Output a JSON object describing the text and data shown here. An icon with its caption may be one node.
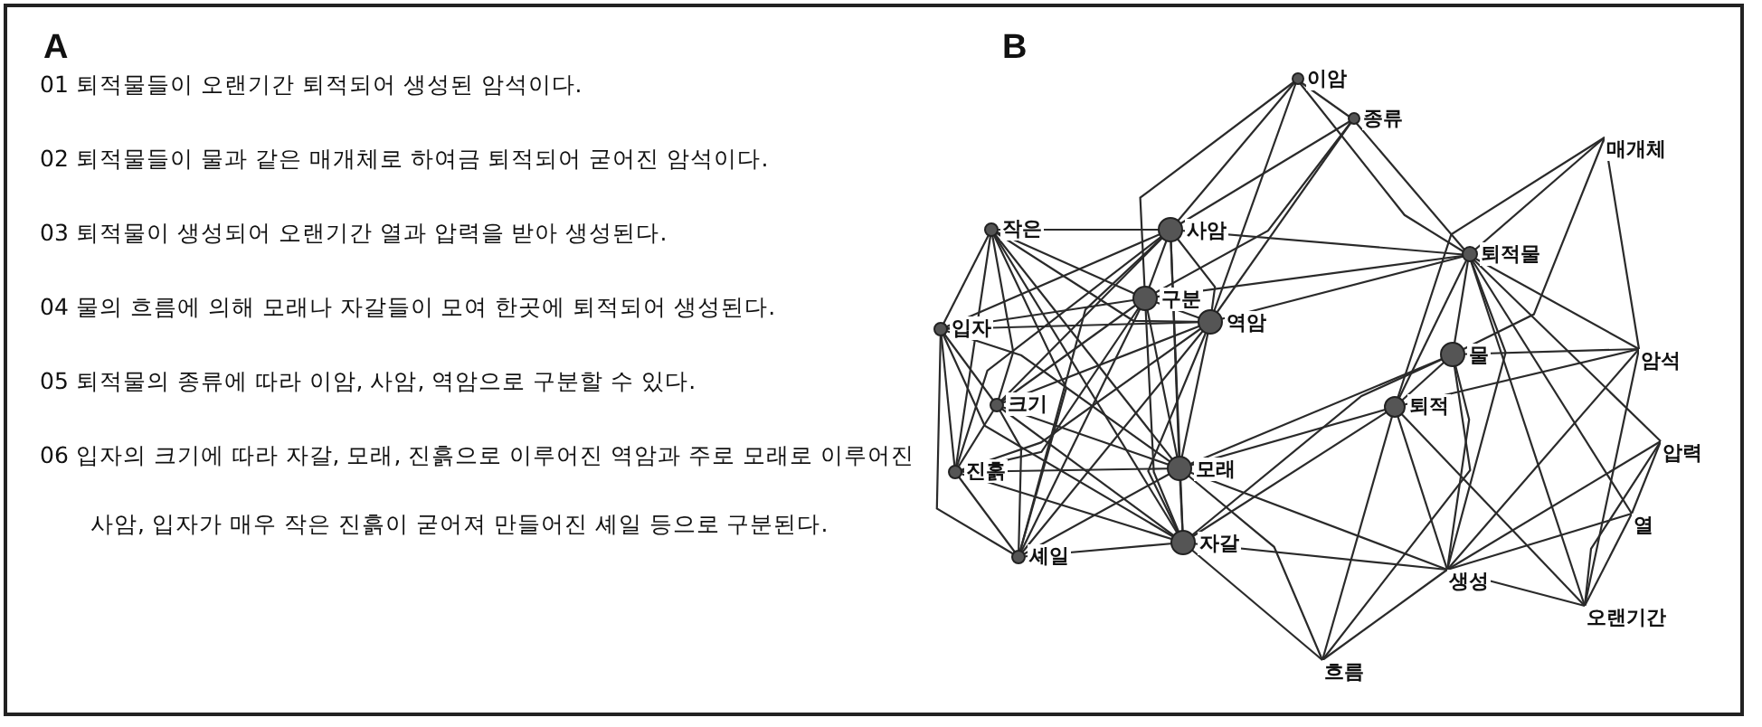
{
  "diagram": {
    "nodes": [
      {
        "text": [
          "이암"
        ]
      },
      {
        "text": [
          "종류"
        ]
      },
      {
        "text": [
          "매개체"
        ]
      },
      {
        "text": [
          "작은"
        ]
      },
      {
        "text": [
          "사암"
        ]
      },
      {
        "text": [
          "퇴적물"
        ]
      },
      {
        "text": [
          "구분"
        ]
      },
      {
        "text": [
          "역암"
        ]
      },
      {
        "text": [
          "입자"
        ]
      },
      {
        "text": [
          "물"
        ]
      },
      {
        "text": [
          "암석"
        ]
      },
      {
        "text": [
          "크기"
        ]
      },
      {
        "text": [
          "퇴적"
        ]
      },
      {
        "text": [
          "압력"
        ]
      },
      {
        "text": [
          "진흙"
        ]
      },
      {
        "text": [
          "모래"
        ]
      },
      {
        "text": [
          "열"
        ]
      },
      {
        "text": [
          "셰일"
        ]
      },
      {
        "text": [
          "자갈"
        ]
      },
      {
        "text": [
          "생성"
        ]
      },
      {
        "text": [
          "오랜기간"
        ]
      },
      {
        "text": [
          "흐름"
        ]
      }
    ],
    "edges": [
      {
        "from": 5,
        "to": 20,
        "arrow": "none"
      },
      {
        "from": 5,
        "to": 12,
        "arrow": "none"
      },
      {
        "from": 5,
        "to": 19,
        "arrow": "none"
      },
      {
        "from": 5,
        "to": 10,
        "arrow": "none"
      },
      {
        "from": 20,
        "to": 12,
        "arrow": "none"
      },
      {
        "from": 20,
        "to": 19,
        "arrow": "none"
      },
      {
        "from": 20,
        "to": 10,
        "arrow": "none"
      },
      {
        "from": 12,
        "to": 19,
        "arrow": "none"
      },
      {
        "from": 12,
        "to": 10,
        "arrow": "none"
      },
      {
        "from": 19,
        "to": 10,
        "arrow": "none"
      },
      {
        "from": 5,
        "to": 9,
        "arrow": "none"
      },
      {
        "from": 5,
        "to": 2,
        "arrow": "none"
      },
      {
        "from": 9,
        "to": 2,
        "arrow": "none"
      },
      {
        "from": 9,
        "to": 12,
        "arrow": "none"
      },
      {
        "from": 9,
        "to": 10,
        "arrow": "none"
      },
      {
        "from": 2,
        "to": 12,
        "arrow": "none"
      },
      {
        "from": 2,
        "to": 10,
        "arrow": "none"
      },
      {
        "from": 5,
        "to": 16,
        "arrow": "none"
      },
      {
        "from": 5,
        "to": 13,
        "arrow": "none"
      },
      {
        "from": 19,
        "to": 16,
        "arrow": "none"
      },
      {
        "from": 19,
        "to": 13,
        "arrow": "none"
      },
      {
        "from": 20,
        "to": 16,
        "arrow": "none"
      },
      {
        "from": 20,
        "to": 13,
        "arrow": "none"
      },
      {
        "from": 16,
        "to": 13,
        "arrow": "none"
      },
      {
        "from": 9,
        "to": 21,
        "arrow": "none"
      },
      {
        "from": 9,
        "to": 15,
        "arrow": "none"
      },
      {
        "from": 9,
        "to": 18,
        "arrow": "none"
      },
      {
        "from": 9,
        "to": 19,
        "arrow": "none"
      },
      {
        "from": 21,
        "to": 15,
        "arrow": "none"
      },
      {
        "from": 21,
        "to": 18,
        "arrow": "none"
      },
      {
        "from": 21,
        "to": 12,
        "arrow": "none"
      },
      {
        "from": 21,
        "to": 19,
        "arrow": "none"
      },
      {
        "from": 15,
        "to": 18,
        "arrow": "none"
      },
      {
        "from": 15,
        "to": 12,
        "arrow": "none"
      },
      {
        "from": 15,
        "to": 19,
        "arrow": "none"
      },
      {
        "from": 18,
        "to": 12,
        "arrow": "none"
      },
      {
        "from": 18,
        "to": 19,
        "arrow": "none"
      },
      {
        "from": 5,
        "to": 1,
        "arrow": "none"
      },
      {
        "from": 5,
        "to": 0,
        "arrow": "none"
      },
      {
        "from": 5,
        "to": 4,
        "arrow": "none"
      },
      {
        "from": 5,
        "to": 7,
        "arrow": "none"
      },
      {
        "from": 5,
        "to": 6,
        "arrow": "none"
      },
      {
        "from": 1,
        "to": 0,
        "arrow": "none"
      },
      {
        "from": 1,
        "to": 4,
        "arrow": "none"
      },
      {
        "from": 1,
        "to": 7,
        "arrow": "none"
      },
      {
        "from": 1,
        "to": 6,
        "arrow": "none"
      },
      {
        "from": 0,
        "to": 4,
        "arrow": "none"
      },
      {
        "from": 0,
        "to": 7,
        "arrow": "none"
      },
      {
        "from": 0,
        "to": 6,
        "arrow": "none"
      },
      {
        "from": 4,
        "to": 7,
        "arrow": "none"
      },
      {
        "from": 4,
        "to": 6,
        "arrow": "none"
      },
      {
        "from": 7,
        "to": 6,
        "arrow": "none"
      },
      {
        "from": 8,
        "to": 11,
        "arrow": "none"
      },
      {
        "from": 8,
        "to": 18,
        "arrow": "none"
      },
      {
        "from": 8,
        "to": 15,
        "arrow": "none"
      },
      {
        "from": 8,
        "to": 14,
        "arrow": "none"
      },
      {
        "from": 8,
        "to": 7,
        "arrow": "none"
      },
      {
        "from": 8,
        "to": 4,
        "arrow": "none"
      },
      {
        "from": 8,
        "to": 3,
        "arrow": "none"
      },
      {
        "from": 8,
        "to": 17,
        "arrow": "none"
      },
      {
        "from": 8,
        "to": 6,
        "arrow": "none"
      },
      {
        "from": 11,
        "to": 18,
        "arrow": "none"
      },
      {
        "from": 11,
        "to": 15,
        "arrow": "none"
      },
      {
        "from": 11,
        "to": 14,
        "arrow": "none"
      },
      {
        "from": 11,
        "to": 7,
        "arrow": "none"
      },
      {
        "from": 11,
        "to": 4,
        "arrow": "none"
      },
      {
        "from": 11,
        "to": 3,
        "arrow": "none"
      },
      {
        "from": 11,
        "to": 17,
        "arrow": "none"
      },
      {
        "from": 11,
        "to": 6,
        "arrow": "none"
      },
      {
        "from": 18,
        "to": 14,
        "arrow": "none"
      },
      {
        "from": 18,
        "to": 7,
        "arrow": "none"
      },
      {
        "from": 18,
        "to": 4,
        "arrow": "none"
      },
      {
        "from": 18,
        "to": 3,
        "arrow": "none"
      },
      {
        "from": 18,
        "to": 17,
        "arrow": "none"
      },
      {
        "from": 18,
        "to": 6,
        "arrow": "none"
      },
      {
        "from": 15,
        "to": 14,
        "arrow": "none"
      },
      {
        "from": 15,
        "to": 7,
        "arrow": "none"
      },
      {
        "from": 15,
        "to": 4,
        "arrow": "none"
      },
      {
        "from": 15,
        "to": 3,
        "arrow": "none"
      },
      {
        "from": 15,
        "to": 17,
        "arrow": "none"
      },
      {
        "from": 15,
        "to": 6,
        "arrow": "none"
      },
      {
        "from": 14,
        "to": 7,
        "arrow": "none"
      },
      {
        "from": 14,
        "to": 4,
        "arrow": "none"
      },
      {
        "from": 14,
        "to": 3,
        "arrow": "none"
      },
      {
        "from": 14,
        "to": 17,
        "arrow": "none"
      },
      {
        "from": 14,
        "to": 6,
        "arrow": "none"
      },
      {
        "from": 7,
        "to": 3,
        "arrow": "none"
      },
      {
        "from": 7,
        "to": 17,
        "arrow": "none"
      },
      {
        "from": 4,
        "to": 3,
        "arrow": "none"
      },
      {
        "from": 4,
        "to": 17,
        "arrow": "none"
      },
      {
        "from": 3,
        "to": 17,
        "arrow": "none"
      },
      {
        "from": 3,
        "to": 6,
        "arrow": "none"
      },
      {
        "from": 17,
        "to": 6,
        "arrow": "none"
      }
    ],
    "labels": [
      "A",
      "B",
      "01 퇴적물들이 오랜기간 퇴적되어 생성된 암석이다.",
      "02 퇴적물들이 물과 같은 매개체로 하여금 퇴적되어 굳어진 암석이다.",
      "03 퇴적물이 생성되어 오랜기간 열과 압력을 받아 생성된다.",
      "04 물의 흐름에 의해 모래나 자갈들이 모여 한곳에 퇴적되어 생성된다.",
      "05 퇴적물의 종류에 따라 이암, 사암, 역암으로 구분할 수 있다.",
      "06 입자의 크기에 따라 자갈, 모래, 진흙으로 이루어진 역암과 주로 모래로 이루어진 사암, 입자가 매우 작은 진흙이 굳어져 만들어진 셰일 등으로 구분된다."
    ]
  }
}
